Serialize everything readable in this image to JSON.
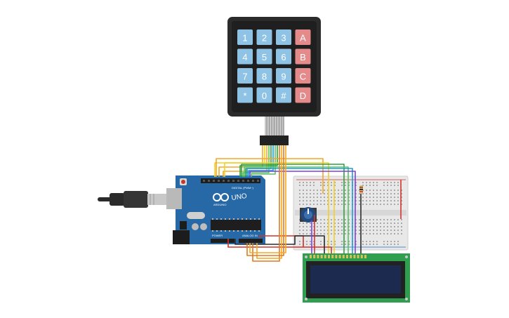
{
  "keypad": {
    "rows": [
      [
        "1",
        "2",
        "3",
        "A"
      ],
      [
        "4",
        "5",
        "6",
        "B"
      ],
      [
        "7",
        "8",
        "9",
        "C"
      ],
      [
        "*",
        "0",
        "#",
        "D"
      ]
    ],
    "number_key_color": "#8fc3e6",
    "letter_key_color": "#e48a8a",
    "body_color": "#2b2b2b"
  },
  "arduino": {
    "model_label": "UNO",
    "brand_label": "ARDUINO",
    "digital_label": "DIGITAL (PWM~)",
    "power_label": "POWER",
    "analog_label": "ANALOG IN",
    "board_color": "#2769a6"
  },
  "lcd": {
    "screen_color": "#1c2a4f",
    "pcb_color": "#2f9e4f"
  },
  "wires": {
    "colors": [
      "#f5a623",
      "#f2d024",
      "#2ea043",
      "#55c35e",
      "#1f9bd6",
      "#7b3fe4",
      "#d0342c",
      "#2b2b2b",
      "#e07a1f"
    ]
  }
}
